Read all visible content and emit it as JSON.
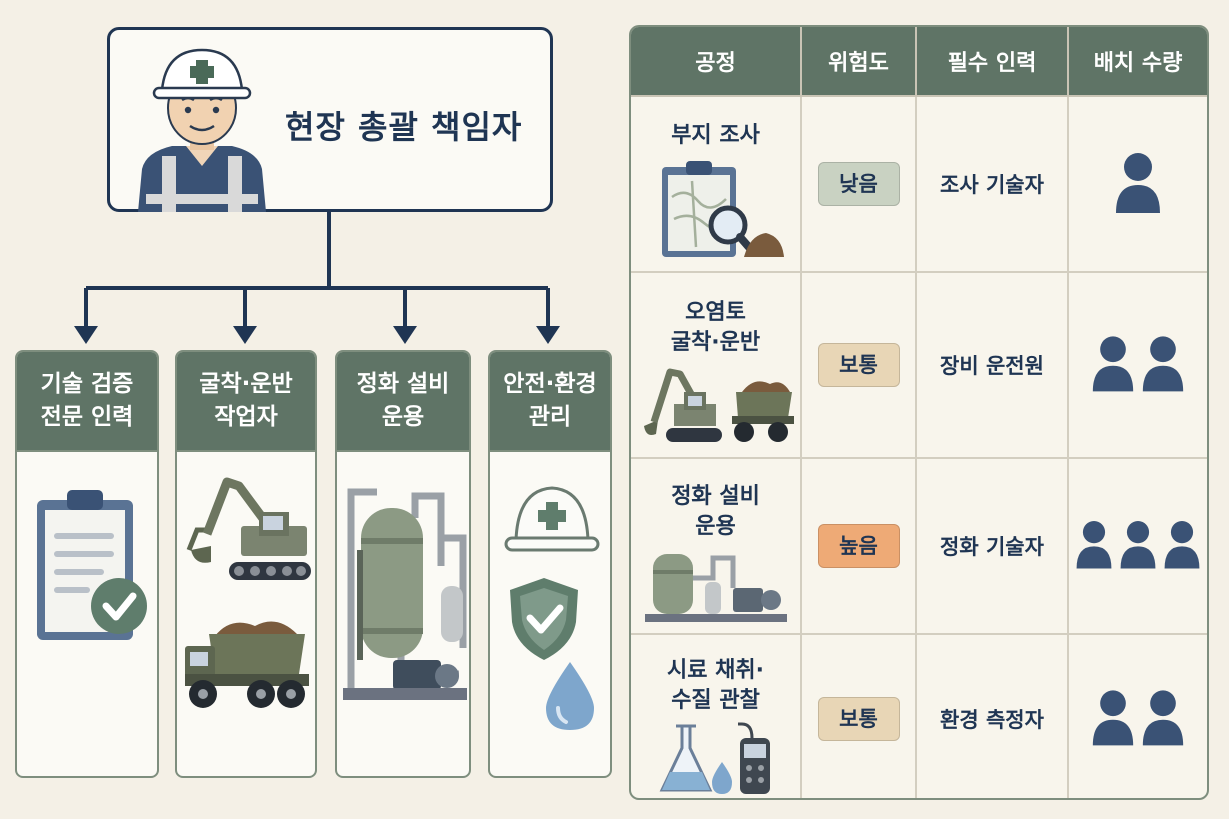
{
  "org_chart": {
    "leader": {
      "title": "현장 총괄 책임자",
      "icon": "worker-hardhat-icon"
    },
    "roles": [
      {
        "id": "tech",
        "title": "기술 검증\n전문 인력",
        "icon": "clipboard-check-icon"
      },
      {
        "id": "excavation",
        "title": "굴착·운반\n작업자",
        "icon": "excavator-dumptruck-icon"
      },
      {
        "id": "purification",
        "title": "정화 설비\n운용",
        "icon": "treatment-plant-icon"
      },
      {
        "id": "safety",
        "title": "안전·환경\n관리",
        "icon": "helmet-shield-drop-icon"
      }
    ]
  },
  "table": {
    "headers": [
      "공정",
      "위험도",
      "필수 인력",
      "배치 수량"
    ],
    "rows": [
      {
        "process": "부지 조사",
        "risk": "낮음",
        "risk_color": "#c9d2c2",
        "staff": "조사 기술자",
        "count": 1,
        "icon": "map-magnifier-icon"
      },
      {
        "process": "오염토\n굴착·운반",
        "risk": "보통",
        "risk_color": "#e8d6b6",
        "staff": "장비 운전원",
        "count": 2,
        "icon": "excavator-truck-icon"
      },
      {
        "process": "정화 설비\n운용",
        "risk": "높음",
        "risk_color": "#eeaa76",
        "staff": "정화 기술자",
        "count": 3,
        "icon": "plant-equipment-icon"
      },
      {
        "process": "시료 채취·\n수질 관찰",
        "risk": "보통",
        "risk_color": "#e8d6b6",
        "staff": "환경 측정자",
        "count": 2,
        "icon": "flask-meter-icon"
      }
    ]
  },
  "colors": {
    "navy": "#1f3553",
    "header_green": "#5f7466",
    "background": "#f4f0e6"
  }
}
